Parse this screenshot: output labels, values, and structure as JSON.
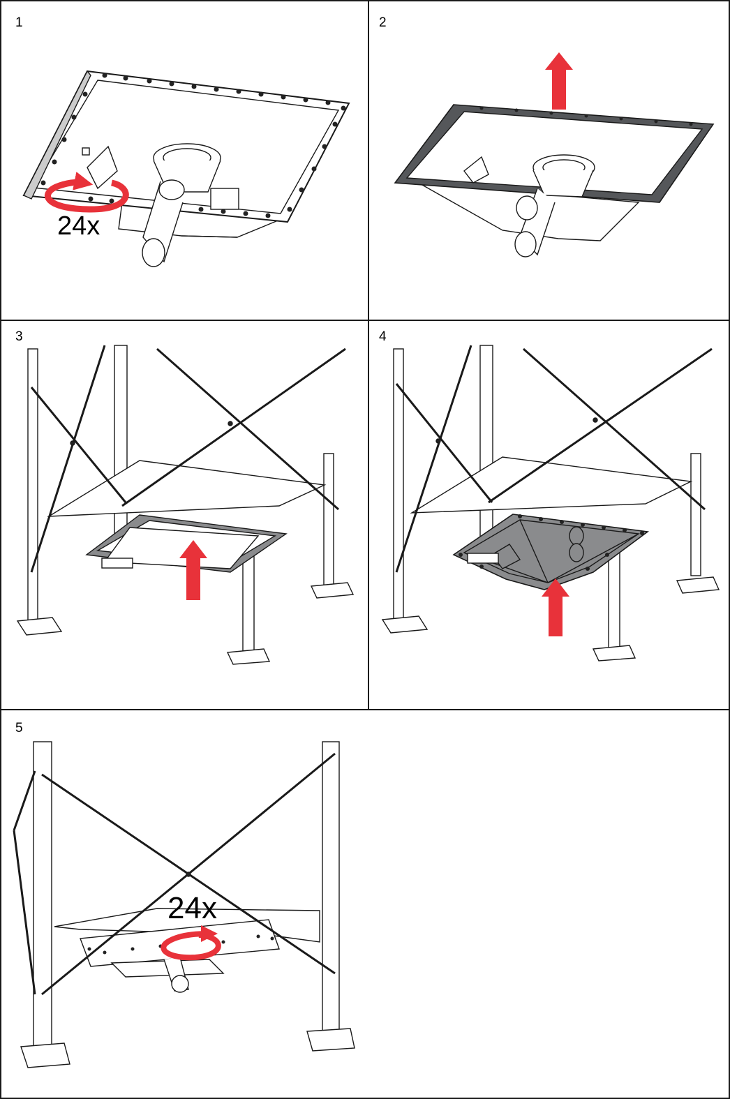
{
  "steps": [
    {
      "number": "1",
      "count_label": "24x"
    },
    {
      "number": "2"
    },
    {
      "number": "3"
    },
    {
      "number": "4"
    },
    {
      "number": "5",
      "count_label": "24x"
    }
  ],
  "colors": {
    "line": "#1a1a1a",
    "arrow_red": "#e8323a",
    "arrow_red_dark": "#c01f27",
    "gray_fill": "#8a8b8d",
    "dark_fill": "#55575a"
  },
  "icons": [
    "rotation-arrow-icon",
    "up-arrow-icon"
  ]
}
